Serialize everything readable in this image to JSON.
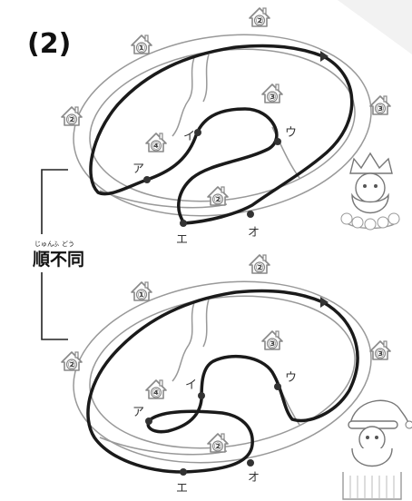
{
  "problem_label": "(2)",
  "bracket": {
    "ruby": [
      "じゅん",
      "ふ",
      "どう"
    ],
    "text": [
      "順",
      "不",
      "同"
    ]
  },
  "point_labels": [
    "ア",
    "イ",
    "ウ",
    "エ",
    "オ"
  ],
  "diagrams": [
    {
      "id": "top",
      "houses": [
        "①",
        "②",
        "②",
        "③",
        "③",
        "④",
        "②"
      ],
      "character": "king-character",
      "route_start_marker": "arrow-marker"
    },
    {
      "id": "bottom",
      "houses": [
        "①",
        "②",
        "②",
        "③",
        "③",
        "④",
        "②"
      ],
      "character": "santa-character",
      "route_start_marker": "arrow-marker"
    }
  ]
}
